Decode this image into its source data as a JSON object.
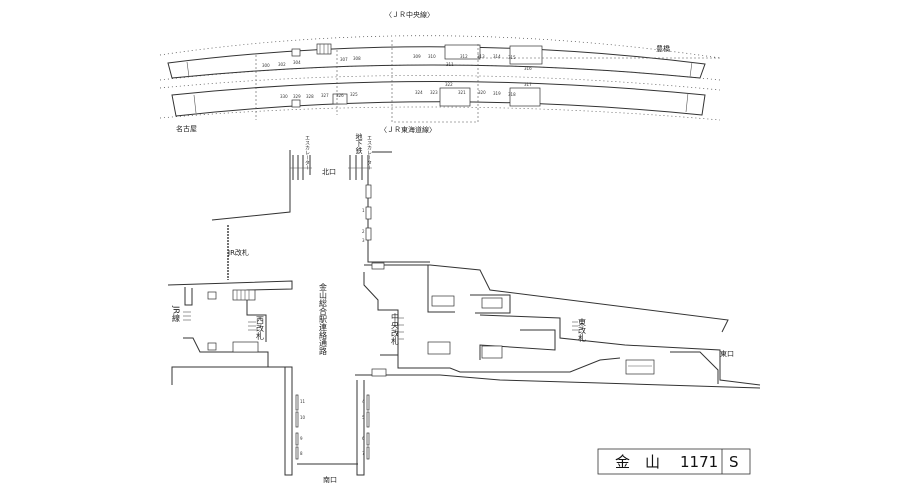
{
  "lines": {
    "chuo": "〈ＪＲ中央線〉",
    "tokaido": "〈ＪＲ東海道線〉"
  },
  "directions": {
    "toyohashi": "豊橋",
    "nagoya": "名古屋"
  },
  "labels": {
    "escalator_left": "エスカレーター",
    "subway": "地下鉄",
    "escalator_right": "エスカレーター",
    "north_exit": "北口",
    "jr_gate": "JR改札",
    "jr_line": "JR線",
    "west_gate": "西改札",
    "connecting_passage": "金山総合駅連絡通路",
    "central_gate": "中央改札",
    "east_gate": "東改札",
    "east_exit": "東口",
    "south_exit": "南口"
  },
  "platform_upper_numbers": [
    "300",
    "302",
    "304",
    "307",
    "308",
    "309",
    "310",
    "311",
    "312",
    "313",
    "314",
    "315",
    "316"
  ],
  "platform_lower_numbers": [
    "330",
    "329",
    "328",
    "327",
    "326",
    "325",
    "324",
    "323",
    "322",
    "321",
    "320",
    "319",
    "318",
    "317"
  ],
  "passage_left_numbers": [
    "11",
    "10",
    "9",
    "8"
  ],
  "passage_right_numbers": [
    "4",
    "5",
    "6",
    "7"
  ],
  "north_wall_numbers": [
    "1",
    "2",
    "3"
  ],
  "title_box": {
    "station": "金　山",
    "code": "1171",
    "letter": "S"
  }
}
